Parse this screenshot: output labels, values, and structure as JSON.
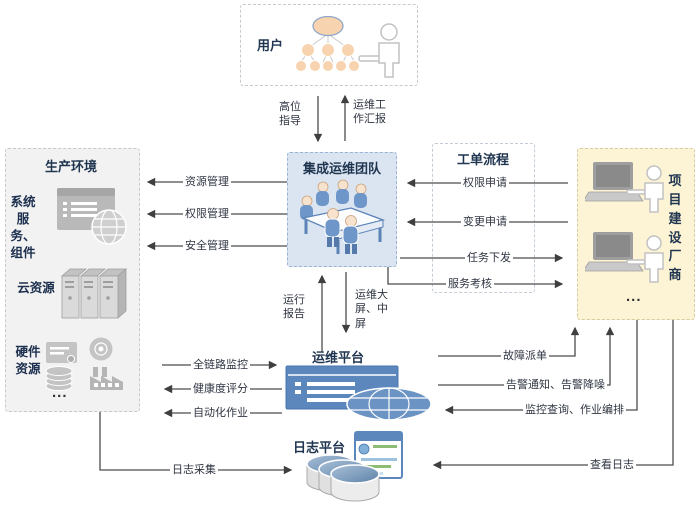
{
  "boxes": {
    "users": {
      "title": "用户",
      "icons": [
        "org-chart-icon",
        "person-icon"
      ]
    },
    "team": {
      "title": "集成运维团队",
      "icons": [
        "meeting-table-icon"
      ]
    },
    "production": {
      "title": "生产环境",
      "items": [
        "系统服务、组件",
        "云资源",
        "硬件资源"
      ],
      "ellipsis": "...",
      "icons": [
        "app-window-globe-icon",
        "server-stack-icon",
        "card-icon",
        "disc-icon",
        "coins-icon",
        "factory-icon"
      ]
    },
    "workorder": {
      "title": "工单流程"
    },
    "vendor": {
      "title": "项目建设厂商",
      "ellipsis": "...",
      "icons": [
        "laptop-icon",
        "person-icon"
      ]
    },
    "platform": {
      "title": "运维平台",
      "icons": [
        "ops-window-icon",
        "globe-icon"
      ]
    },
    "logplatform": {
      "title": "日志平台",
      "icons": [
        "database-cylinders-icon",
        "log-window-icon"
      ]
    }
  },
  "edges": {
    "guidance": "高位指导",
    "work_report": "运维工作汇报",
    "resource_mgmt": "资源管理",
    "perm_mgmt": "权限管理",
    "security_mgmt": "安全管理",
    "perm_request": "权限申请",
    "change_request": "变更申请",
    "task_dispatch": "任务下发",
    "service_assess": "服务考核",
    "run_report": "运行报告",
    "ops_screen": "运维大屏、中屏",
    "fulllink_monitor": "全链路监控",
    "health_score": "健康度评分",
    "auto_jobs": "自动化作业",
    "fault_ticket": "故障派单",
    "alarm_notify": "告警通知、告警降噪",
    "monitor_query": "监控查询、作业编排",
    "log_collect": "日志采集",
    "view_logs": "查看日志"
  },
  "colors": {
    "team_fill": "#dbe5f1",
    "vendor_fill": "#fdf3d5",
    "production_fill": "#f2f2f2",
    "platform_blue": "#5b87bd",
    "arrow": "#4c4c4c"
  }
}
